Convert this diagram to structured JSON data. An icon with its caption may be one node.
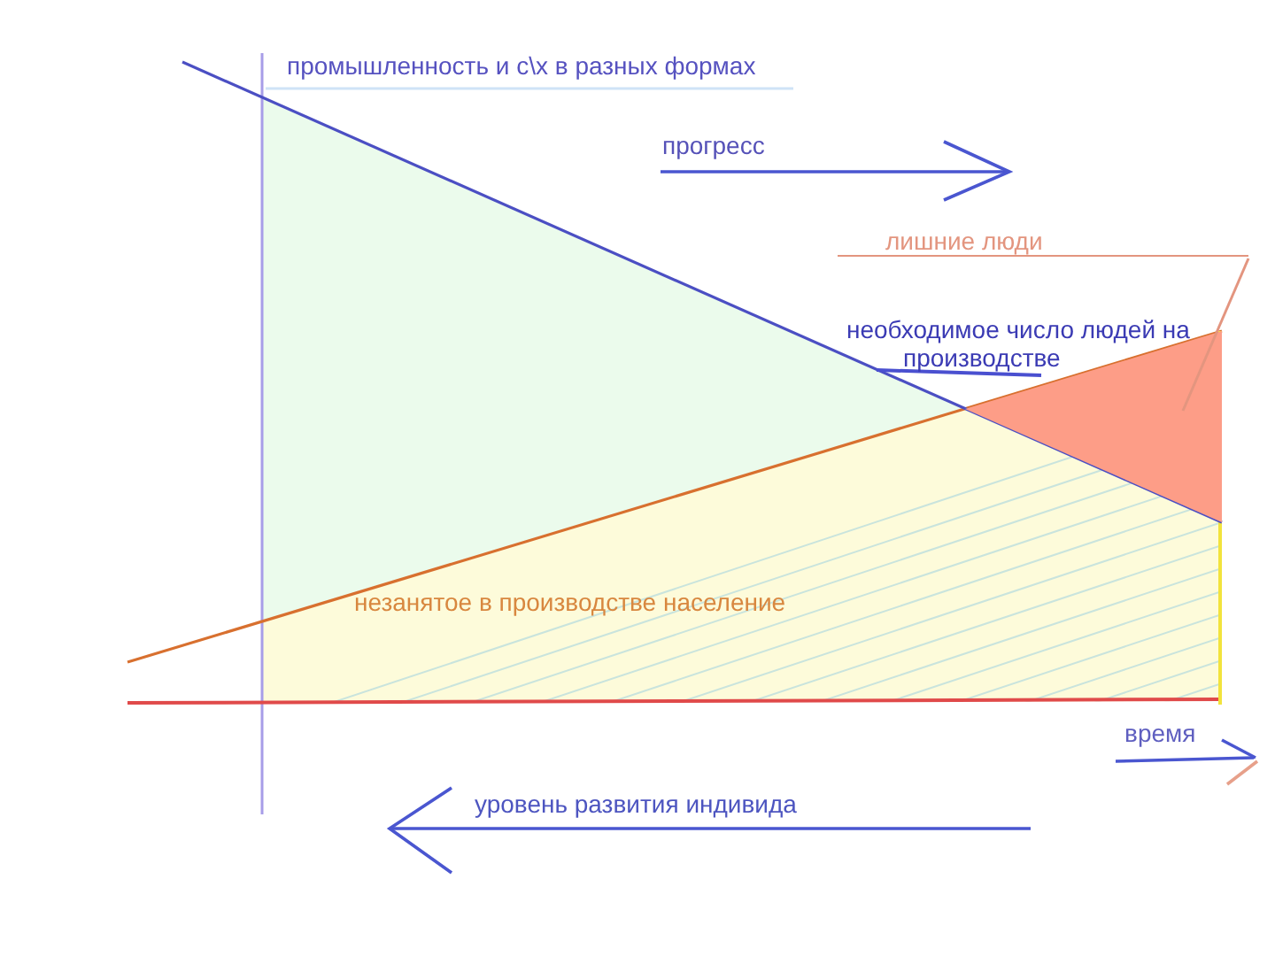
{
  "diagram": {
    "nodes": [
      {
        "text": [
          "лишние люди"
        ]
      },
      {
        "text": [],
        "shape": "triangle"
      }
    ],
    "edges": [
      {
        "from": 0,
        "to": 1,
        "arrow": "none"
      }
    ],
    "labels": [
      "промышленность и с\\х в разных формах",
      "прогресс",
      "необходимое число людей на производстве",
      "незанятое в производстве население",
      "время",
      "уровень развития индивида"
    ]
  }
}
